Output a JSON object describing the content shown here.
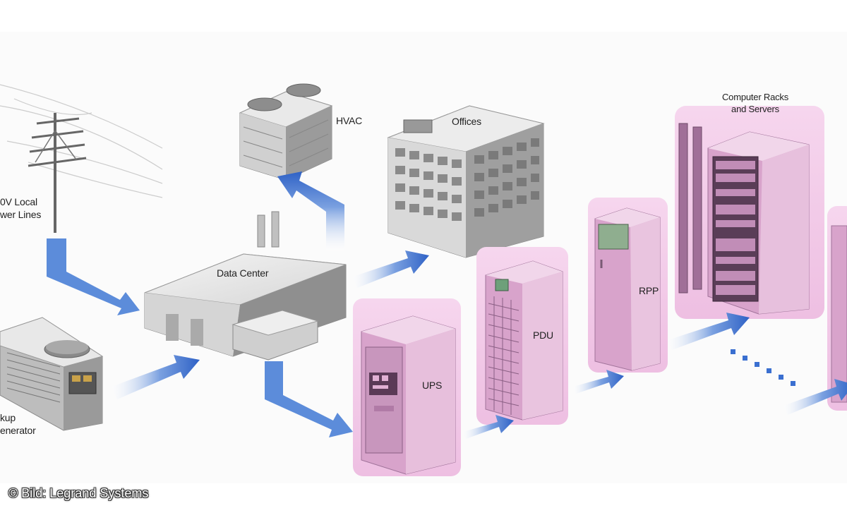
{
  "labels": {
    "power_lines": [
      "0V Local",
      "wer Lines"
    ],
    "hvac": "HVAC",
    "offices": "Offices",
    "data_center": "Data Center",
    "ups": "UPS",
    "pdu": "PDU",
    "rpp": "RPP",
    "racks": [
      "Computer Racks",
      "and Servers"
    ],
    "generator": [
      "kup",
      "enerator"
    ]
  },
  "credit": "© Bild: Legrand Systems",
  "colors": {
    "arrow_blue": "#3a6fd0",
    "highlight_pink": "#f1c6e6",
    "building_gray": "#cfcfcf"
  }
}
